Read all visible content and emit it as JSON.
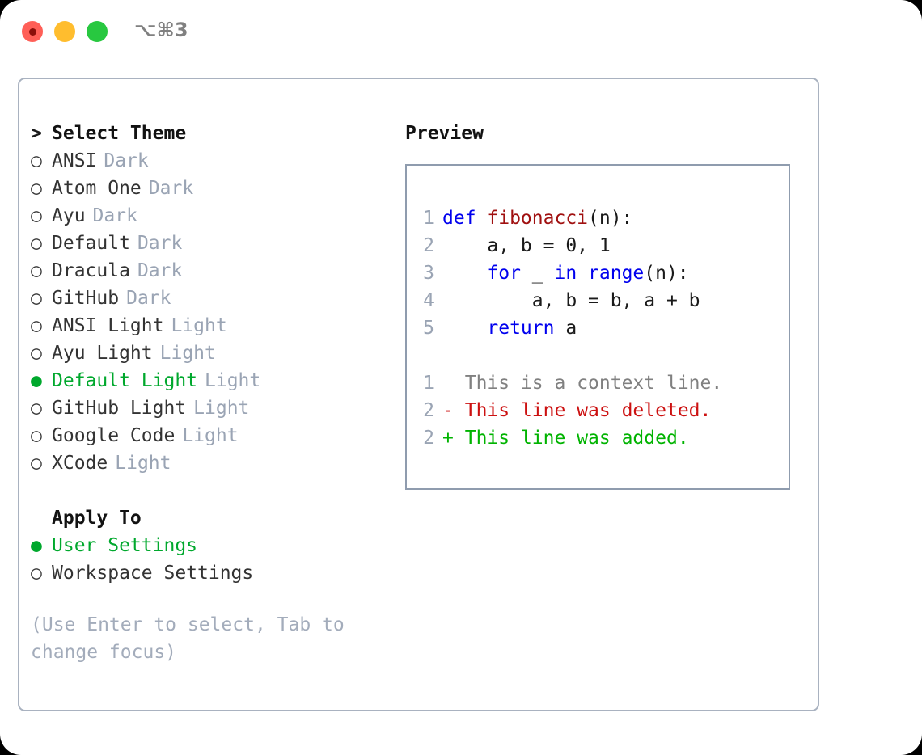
{
  "titlebar": {
    "shortcut": "⌥⌘3",
    "lights": [
      "close-button",
      "minimize-button",
      "maximize-button"
    ]
  },
  "theme_list": {
    "header_marker": ">",
    "header_label": "Select Theme",
    "marker_unselected": "○",
    "marker_selected": "●",
    "items": [
      {
        "label": "ANSI",
        "category": "Dark",
        "selected": false
      },
      {
        "label": "Atom One",
        "category": "Dark",
        "selected": false
      },
      {
        "label": "Ayu",
        "category": "Dark",
        "selected": false
      },
      {
        "label": "Default",
        "category": "Dark",
        "selected": false
      },
      {
        "label": "Dracula",
        "category": "Dark",
        "selected": false
      },
      {
        "label": "GitHub",
        "category": "Dark",
        "selected": false
      },
      {
        "label": "ANSI Light",
        "category": "Light",
        "selected": false
      },
      {
        "label": "Ayu Light",
        "category": "Light",
        "selected": false
      },
      {
        "label": "Default Light",
        "category": "Light",
        "selected": true
      },
      {
        "label": "GitHub Light",
        "category": "Light",
        "selected": false
      },
      {
        "label": "Google Code",
        "category": "Light",
        "selected": false
      },
      {
        "label": "XCode",
        "category": "Light",
        "selected": false
      }
    ]
  },
  "apply_to": {
    "header_label": "Apply To",
    "options": [
      {
        "label": "User Settings",
        "selected": true
      },
      {
        "label": "Workspace Settings",
        "selected": false
      }
    ]
  },
  "hint": "(Use Enter to select, Tab to change focus)",
  "preview": {
    "title": "Preview",
    "code_lines": [
      {
        "number": "1",
        "tokens": [
          {
            "text": "def ",
            "type": "kw"
          },
          {
            "text": "fibonacci",
            "type": "fn"
          },
          {
            "text": "(n):",
            "type": "plain"
          }
        ]
      },
      {
        "number": "2",
        "tokens": [
          {
            "text": "    a, b = 0, 1",
            "type": "plain"
          }
        ]
      },
      {
        "number": "3",
        "tokens": [
          {
            "text": "    ",
            "type": "plain"
          },
          {
            "text": "for",
            "type": "kw"
          },
          {
            "text": " _ ",
            "type": "plain"
          },
          {
            "text": "in range",
            "type": "kw"
          },
          {
            "text": "(n):",
            "type": "plain"
          }
        ]
      },
      {
        "number": "4",
        "tokens": [
          {
            "text": "        a, b = b, a + b",
            "type": "plain"
          }
        ]
      },
      {
        "number": "5",
        "tokens": [
          {
            "text": "    ",
            "type": "plain"
          },
          {
            "text": "return",
            "type": "kw"
          },
          {
            "text": " a",
            "type": "plain"
          }
        ]
      }
    ],
    "diff_lines": [
      {
        "number": "1",
        "sign": " ",
        "text": "This is a context line.",
        "kind": "context"
      },
      {
        "number": "2",
        "sign": "-",
        "text": "This line was deleted.",
        "kind": "del"
      },
      {
        "number": "2",
        "sign": "+",
        "text": "This line was added.",
        "kind": "add"
      }
    ]
  },
  "colors": {
    "selected_green": "#00a82d",
    "muted_gray": "#9aa4b4",
    "keyword_blue": "#0000ee",
    "function_red": "#a01010",
    "diff_delete": "#cc1111",
    "diff_add": "#00b300",
    "panel_border": "#a9b2c0",
    "preview_border": "#8f9cae",
    "light_red": "#ff5f57",
    "light_yellow": "#ffbd2e",
    "light_green": "#28c840"
  }
}
